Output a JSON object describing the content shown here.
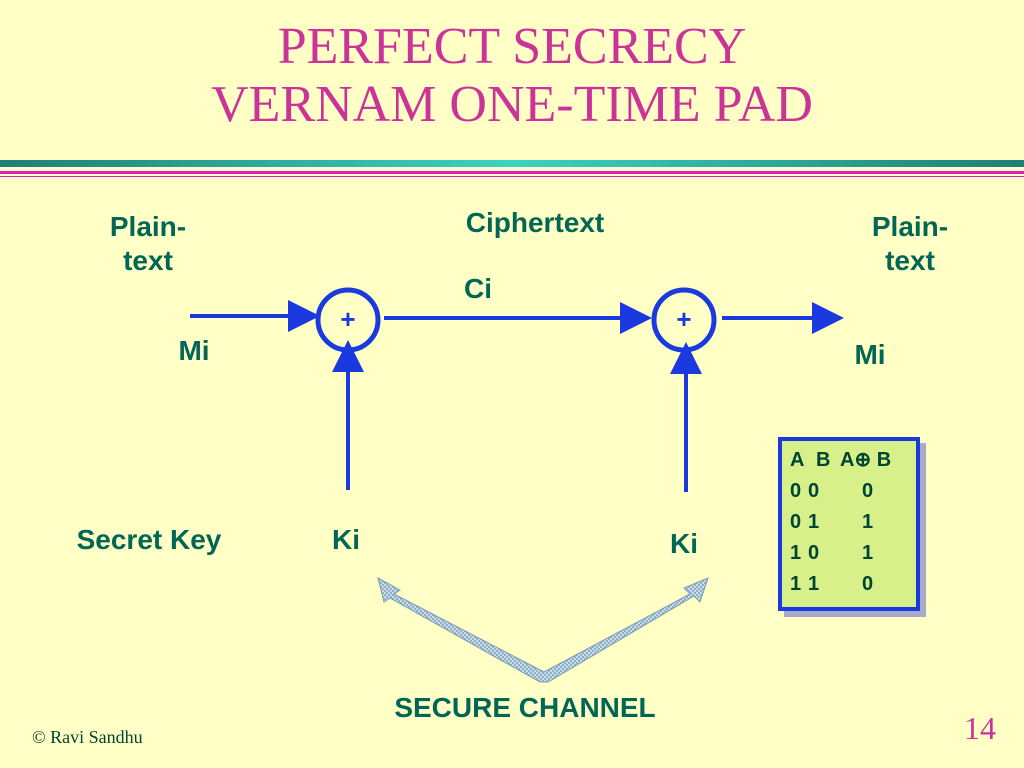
{
  "title": {
    "line1": "PERFECT SECRECY",
    "line2": "VERNAM ONE-TIME PAD"
  },
  "labels": {
    "plaintext_left": "Plain-\ntext",
    "plaintext_right": "Plain-\ntext",
    "ciphertext": "Ciphertext",
    "ci": "Ci",
    "mi_left": "Mi",
    "mi_right": "Mi",
    "xor_left": "+",
    "xor_right": "+",
    "secret_key": "Secret Key",
    "ki_left": "Ki",
    "ki_right": "Ki",
    "secure_channel": "SECURE CHANNEL"
  },
  "truth_table": {
    "header": [
      "A",
      "B",
      "A⊕ B"
    ],
    "rows": [
      [
        "0",
        "0",
        "0"
      ],
      [
        "0",
        "1",
        "1"
      ],
      [
        "1",
        "0",
        "1"
      ],
      [
        "1",
        "1",
        "0"
      ]
    ]
  },
  "footer": {
    "copyright": "© Ravi Sandhu",
    "page_number": "14"
  },
  "colors": {
    "background": "#ffffc6",
    "title": "#cc3399",
    "label": "#006655",
    "arrow": "#1a3adf",
    "rule_teal": "#2a9d8f",
    "rule_magenta": "#e01cc4",
    "table_fill": "#d8f08a",
    "channel_arrow": "#9fb8c8"
  }
}
